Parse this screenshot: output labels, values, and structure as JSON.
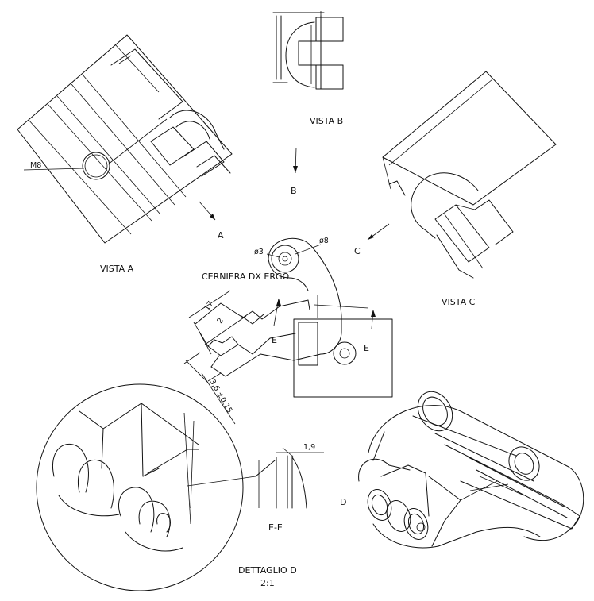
{
  "views": {
    "vista_a": "VISTA A",
    "vista_b": "VISTA B",
    "vista_c": "VISTA C",
    "title": "CERNIERA DX ERGO",
    "section_ee": "E-E",
    "detail_title": "DETTAGLIO D",
    "detail_scale": "2:1"
  },
  "arrows": {
    "a": "A",
    "b": "B",
    "c": "C",
    "d": "D",
    "e_left": "E",
    "e_right": "E"
  },
  "dimensions": {
    "m8": "M8",
    "d3": "ø3",
    "d8": "ø8",
    "d17": "17",
    "d2": "2",
    "tol": "3,6 ±0,15",
    "d19": "1,9"
  }
}
